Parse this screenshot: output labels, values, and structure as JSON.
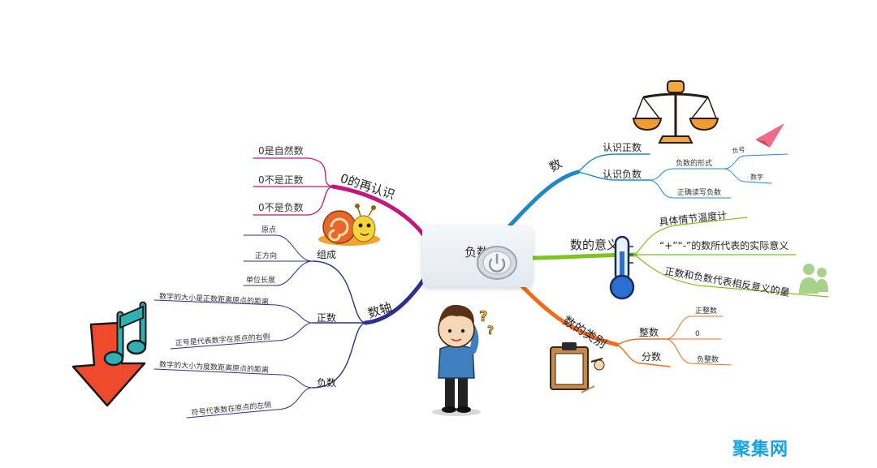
{
  "center": {
    "label": "负数"
  },
  "watermark": "聚集网",
  "branches": {
    "zero": {
      "label": "0的再认识",
      "items": [
        "0是自然数",
        "0不是正数",
        "0不是负数"
      ]
    },
    "axis": {
      "label": "数轴",
      "composition": {
        "label": "组成",
        "items": [
          "原点",
          "正方向",
          "单位长度"
        ]
      },
      "positive": {
        "label": "正数",
        "items": [
          "数字的大小是正数距离原点的距离",
          "正号是代表数字在原点的右侧"
        ]
      },
      "negative": {
        "label": "负数",
        "items": [
          "数字的大小为度数距离原点的距离",
          "符号代表数在原点的左侧"
        ]
      }
    },
    "number": {
      "label": "数",
      "recognize_positive": "认识正数",
      "recognize_negative": {
        "label": "认识负数",
        "form": {
          "label": "负数的形式",
          "items": [
            "负号",
            "数字"
          ]
        },
        "read_write": "正确读写负数"
      }
    },
    "meaning": {
      "label": "数的意义",
      "items": [
        "具体情节温度计",
        "“+”“-”的数所代表的实际意义",
        "正数和负数代表相反意义的量"
      ]
    },
    "categories": {
      "label": "数的类别",
      "integer": {
        "label": "整数",
        "items": [
          "正整数",
          "0",
          "负整数"
        ]
      },
      "fraction": "分数"
    }
  },
  "colors": {
    "zero": "#c2187e",
    "axis": "#2b2f8f",
    "number": "#1e88c8",
    "meaning": "#7cc41e",
    "categories": "#ef6c1a"
  },
  "icons": [
    "snail-icon",
    "music-note-icon",
    "down-arrow-icon",
    "balance-scale-icon",
    "paper-plane-icon",
    "thermometer-icon",
    "people-icon",
    "clipboard-icon",
    "thinking-boy-icon",
    "power-button-icon"
  ]
}
